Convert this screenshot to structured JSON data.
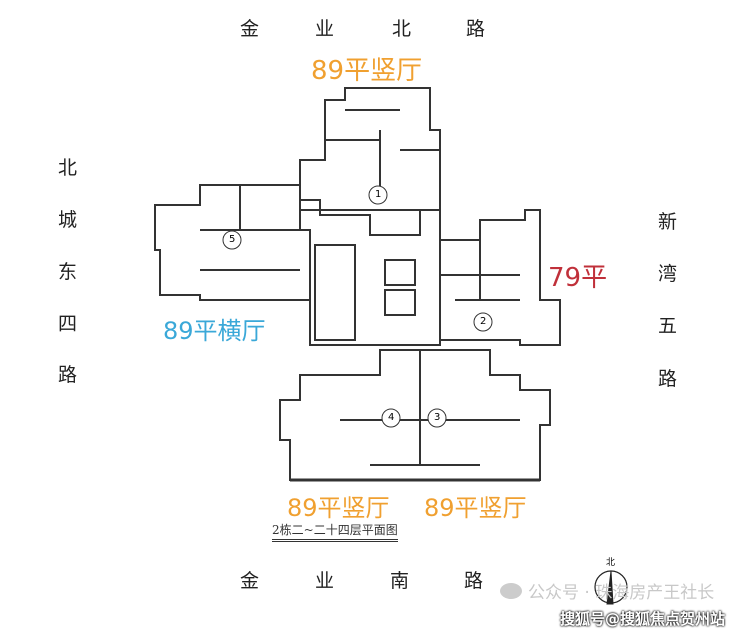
{
  "roads": {
    "north": [
      "金",
      "业",
      "北",
      "路"
    ],
    "south": [
      "金",
      "业",
      "南",
      "路"
    ],
    "west": [
      "北",
      "城",
      "东",
      "四",
      "路"
    ],
    "east": [
      "新",
      "湾",
      "五",
      "路"
    ]
  },
  "unit_labels": {
    "top": "89平竖厅",
    "right": "79平",
    "left": "89平横厅",
    "bottom_left": "89平竖厅",
    "bottom_right": "89平竖厅"
  },
  "unit_numbers": [
    "1",
    "2",
    "3",
    "4",
    "5"
  ],
  "caption": "2栋二~二十四层平面图",
  "compass_label": "北",
  "watermarks": {
    "wechat": "公众号 · 珠海房产王社长",
    "sohu": "搜狐号@搜狐焦点贺州站"
  },
  "colors": {
    "orange": "#f0a030",
    "red": "#c0303a",
    "blue": "#3aa8d8"
  }
}
